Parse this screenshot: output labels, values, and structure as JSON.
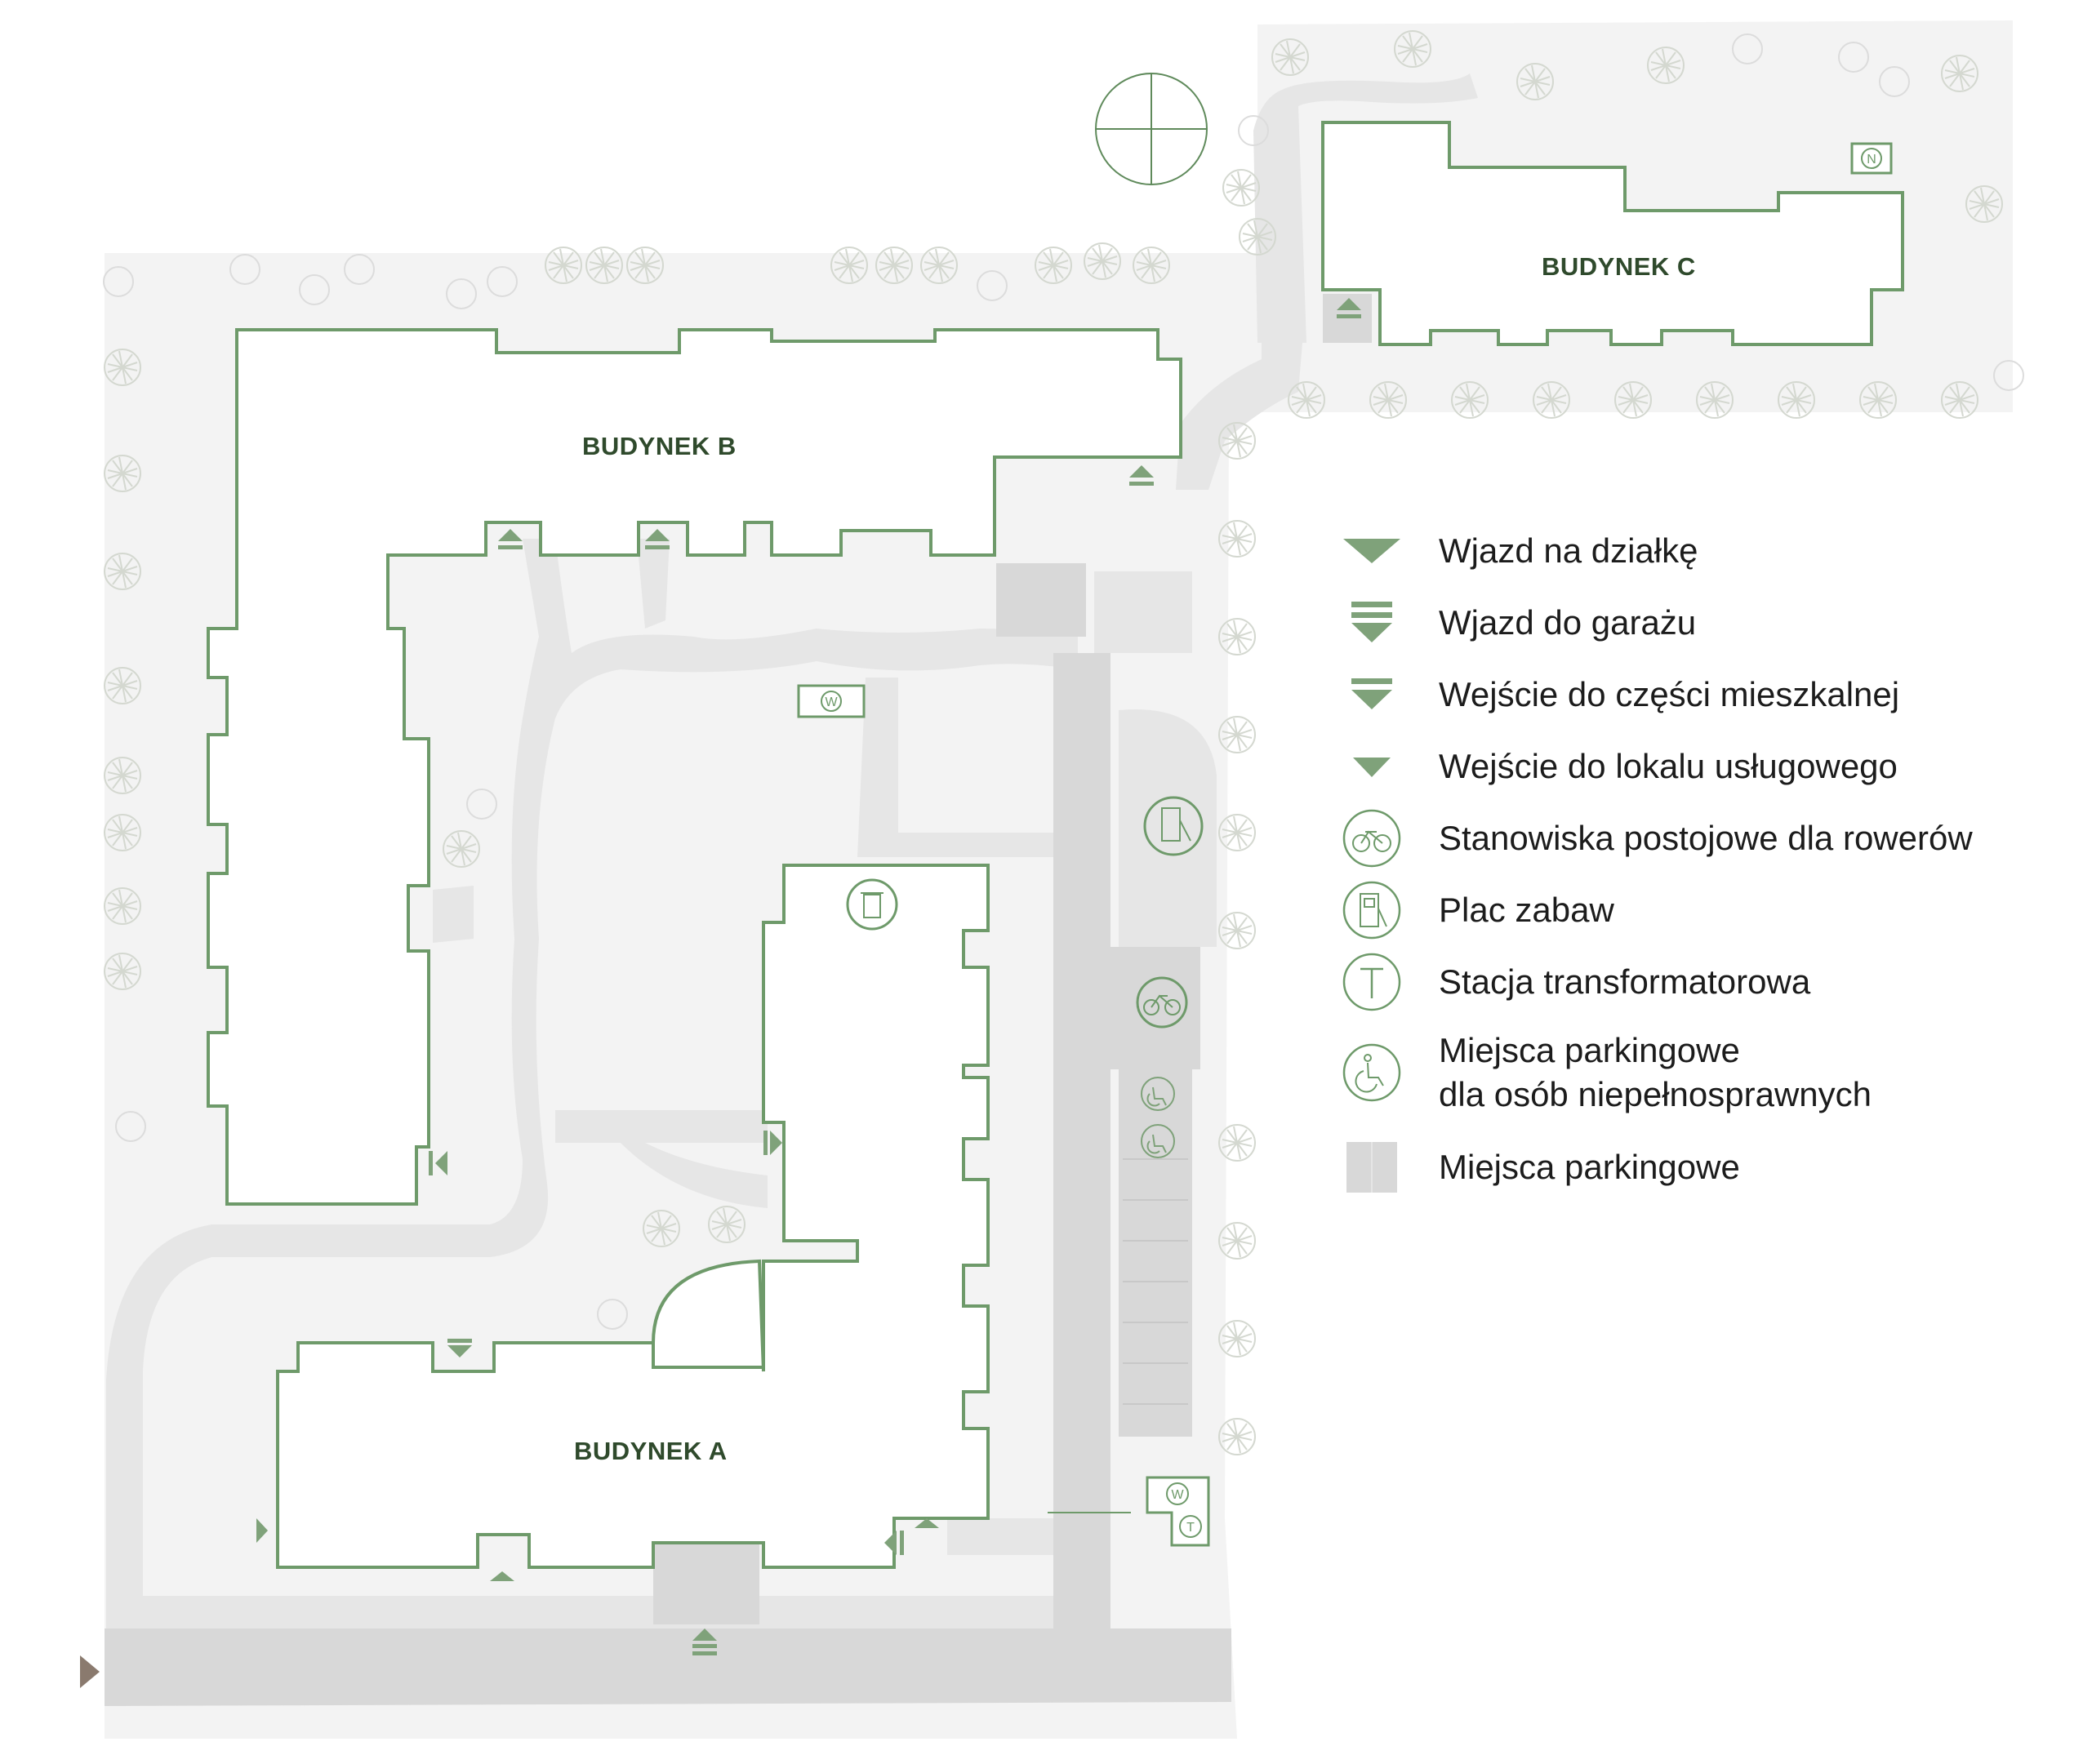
{
  "buildings": {
    "a": "BUDYNEK A",
    "b": "BUDYNEK B",
    "c": "BUDYNEK C"
  },
  "map_markers": {
    "waste": "W",
    "transformer": "T",
    "north": "N"
  },
  "legend": {
    "site_entry": "Wjazd na działkę",
    "garage_entry": "Wjazd do garażu",
    "residential_entry": "Wejście do części mieszkalnej",
    "service_entry": "Wejście do lokalu usługowego",
    "bike_parking": "Stanowiska postojowe dla rowerów",
    "playground": "Plac zabaw",
    "transformer_station": "Stacja transformatorowa",
    "disabled_parking_line1": "Miejsca parkingowe",
    "disabled_parking_line2": "dla osób niepełnosprawnych",
    "parking": "Miejsca parkingowe"
  },
  "colors": {
    "outline": "#6e9a6a",
    "marker": "#7fa27a",
    "label": "#2f4a2c",
    "ground": "#f3f3f3",
    "path": "#e3e3e3",
    "road": "#d6d6d6",
    "entry_arrow": "#8a7a6e"
  }
}
